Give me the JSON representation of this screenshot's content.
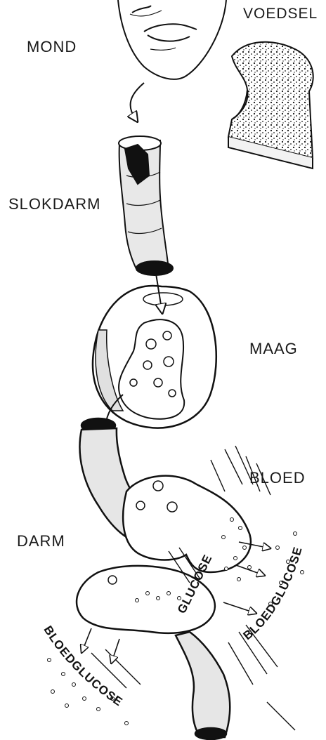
{
  "labels": {
    "mond": "MOND",
    "voedsel": "VOEDSEL",
    "slokdarm": "SLOKDARM",
    "maag": "MAAG",
    "bloed": "BLOED",
    "darm": "DARM",
    "glucose": "GLUCOSE",
    "bloedglucose_right": "BLOEDGLUCOSE",
    "bloedglucose_left": "BLOEDGLUCOSE"
  },
  "colors": {
    "ink": "#111111",
    "paper": "#ffffff"
  }
}
